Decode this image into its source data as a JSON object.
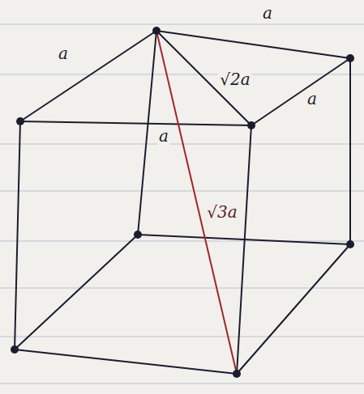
{
  "diagram": {
    "labels": [
      "a",
      "a",
      "√2a",
      "a",
      "a",
      "√3a"
    ]
  }
}
